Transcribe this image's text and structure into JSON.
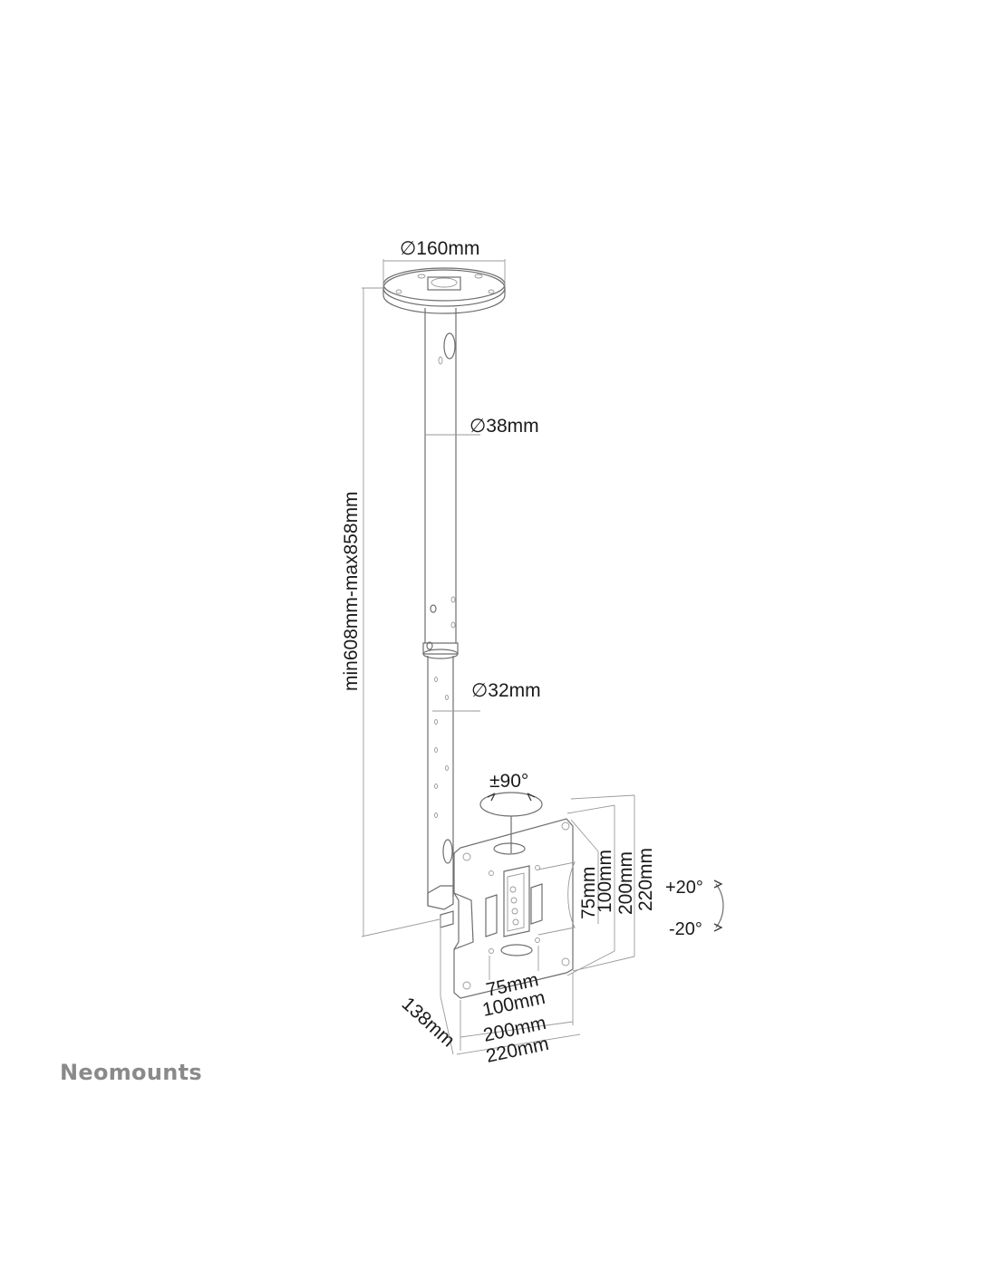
{
  "diagram": {
    "base_diameter": "∅160mm",
    "tube_upper_diameter": "∅38mm",
    "tube_lower_diameter": "∅32mm",
    "height_range": "min608mm-max858mm",
    "rotation": "±90°",
    "tilt_up": "+20°",
    "tilt_down": "-20°",
    "depth": "138mm",
    "vesa_horizontal": [
      "75mm",
      "100mm",
      "200mm",
      "220mm"
    ],
    "vesa_vertical": [
      "75mm",
      "100mm",
      "200mm",
      "220mm"
    ]
  },
  "brand": {
    "logo_text": "Neomounts"
  },
  "colors": {
    "line": "#6e6e6e",
    "text": "#1a1a1a",
    "logo": "#8a8a8a"
  }
}
